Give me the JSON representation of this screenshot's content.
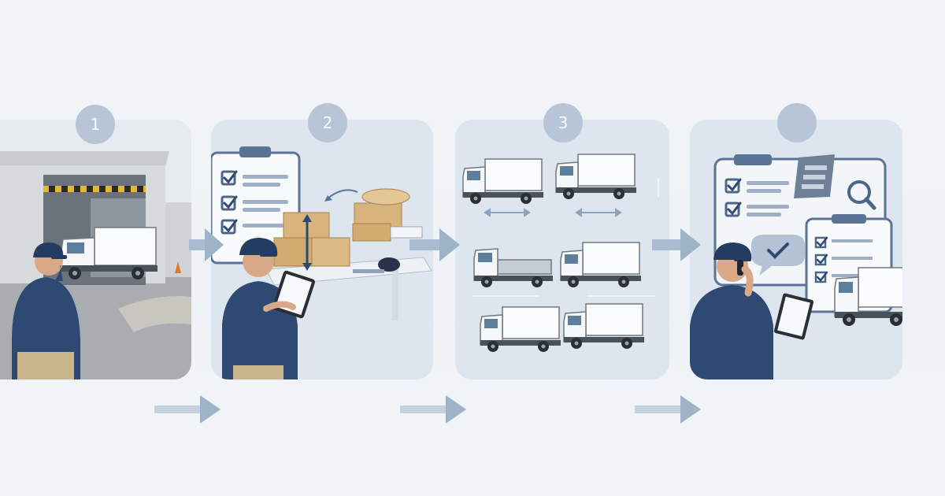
{
  "steps": [
    {
      "number": "1",
      "icon": "warehouse-dock-icon"
    },
    {
      "number": "2",
      "icon": "clipboard-boxes-icon"
    },
    {
      "number": "3",
      "icon": "truck-sizes-icon"
    },
    {
      "number": "",
      "icon": "clipboard-phone-icon"
    }
  ],
  "colors": {
    "panel": "#dde5ee",
    "badge": "#b7c5d6",
    "arrow": "#9fb3c8",
    "uniform": "#2f4a72",
    "box": "#d8b47c"
  }
}
